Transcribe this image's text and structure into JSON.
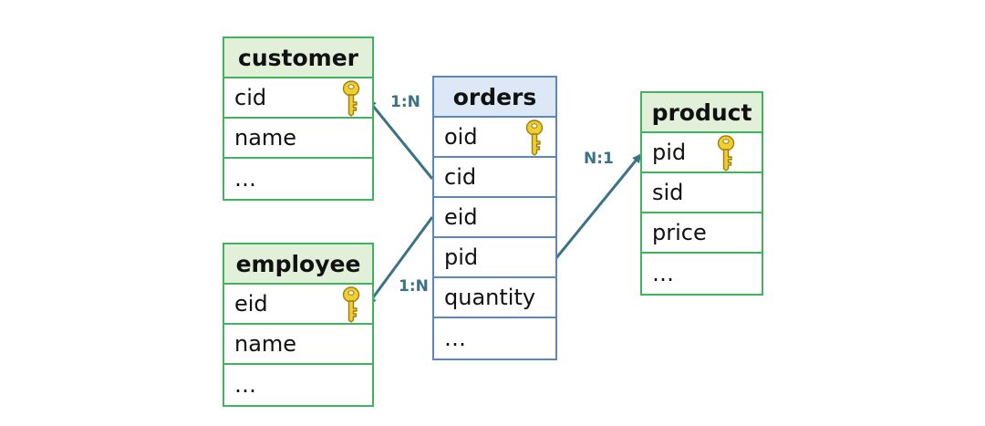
{
  "tables": {
    "customer": {
      "title": "customer",
      "rows": [
        "cid",
        "name",
        "…"
      ]
    },
    "employee": {
      "title": "employee",
      "rows": [
        "eid",
        "name",
        "…"
      ]
    },
    "orders": {
      "title": "orders",
      "rows": [
        "oid",
        "cid",
        "eid",
        "pid",
        "quantity",
        "…"
      ]
    },
    "product": {
      "title": "product",
      "rows": [
        "pid",
        "sid",
        "price",
        "…"
      ]
    }
  },
  "relations": {
    "orders_customer": "1:N",
    "orders_employee": "1:N",
    "orders_product": "N:1"
  },
  "colors": {
    "green_border": "#3fb35d",
    "green_header": "#e2f0d9",
    "blue_border": "#5b86c5",
    "blue_header": "#dce8f6",
    "connector": "#3a7286",
    "key": "#f2cd2e"
  },
  "icons": {
    "primary_key": "key-icon"
  }
}
